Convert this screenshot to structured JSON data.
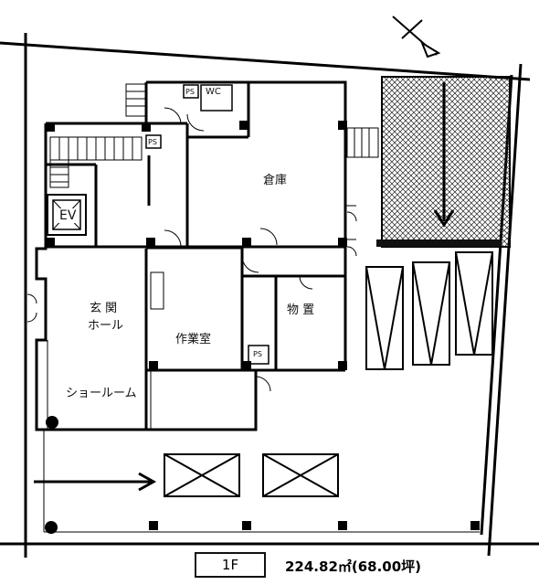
{
  "plan": {
    "rooms": {
      "souko": "倉庫",
      "genkan_line1": "玄 関",
      "genkan_line2": "ホール",
      "sagyoushitsu": "作業室",
      "monooki": "物 置",
      "showroom": "ショールーム"
    },
    "labels": {
      "wc": "WC",
      "ps": "PS",
      "ev": "EV"
    },
    "footer": {
      "floor": "1F",
      "area": "224.82㎡(68.00坪)"
    }
  }
}
